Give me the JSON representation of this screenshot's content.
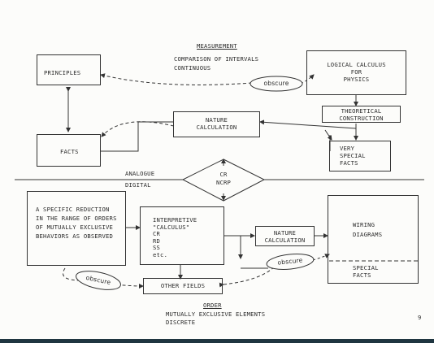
{
  "top": {
    "heading": "MEASUREMENT",
    "subtitle_line1": "COMPARISON OF INTERVALS",
    "subtitle_line2": "CONTINUOUS"
  },
  "boxes": {
    "principles": "PRINCIPLES",
    "facts": "FACTS",
    "logical_calculus": "LOGICAL CALCULUS\nFOR\nPHYSICS",
    "theoretical_construction": "THEORETICAL\nCONSTRUCTION",
    "nature_calculation_top": "NATURE\nCALCULATION",
    "very_special_facts": "VERY\nSPECIAL\nFACTS",
    "specific_reduction": "A SPECIFIC REDUCTION\nIN THE RANGE OF ORDERS\nOF MUTUALLY EXCLUSIVE\nBEHAVIORS AS OBSERVED",
    "interpretive_calculus": "INTERPRETIVE\n\"CALCULUS\"\nCR\nRD\nSS\netc.",
    "nature_calculation_bottom": "NATURE\nCALCULATION",
    "wiring_diagrams": "WIRING\nDIAGRAMS",
    "special_facts": "SPECIAL\nFACTS",
    "other_fields": "OTHER FIELDS"
  },
  "ovals": {
    "obscure_top": "obscure",
    "obscure_bottom_left": "obscure",
    "obscure_bottom_right": "obscure"
  },
  "diamond": {
    "line1": "CR",
    "line2": "NCRP"
  },
  "divider": {
    "analogue": "ANALOGUE",
    "digital": "DIGITAL"
  },
  "bottom": {
    "heading": "ORDER",
    "line1": "MUTUALLY EXCLUSIVE ELEMENTS",
    "line2": "DISCRETE",
    "page_number": "9"
  },
  "colors": {
    "ink": "#2a2a2a",
    "paper": "#fcfcfa",
    "bar": "#1f3540"
  }
}
